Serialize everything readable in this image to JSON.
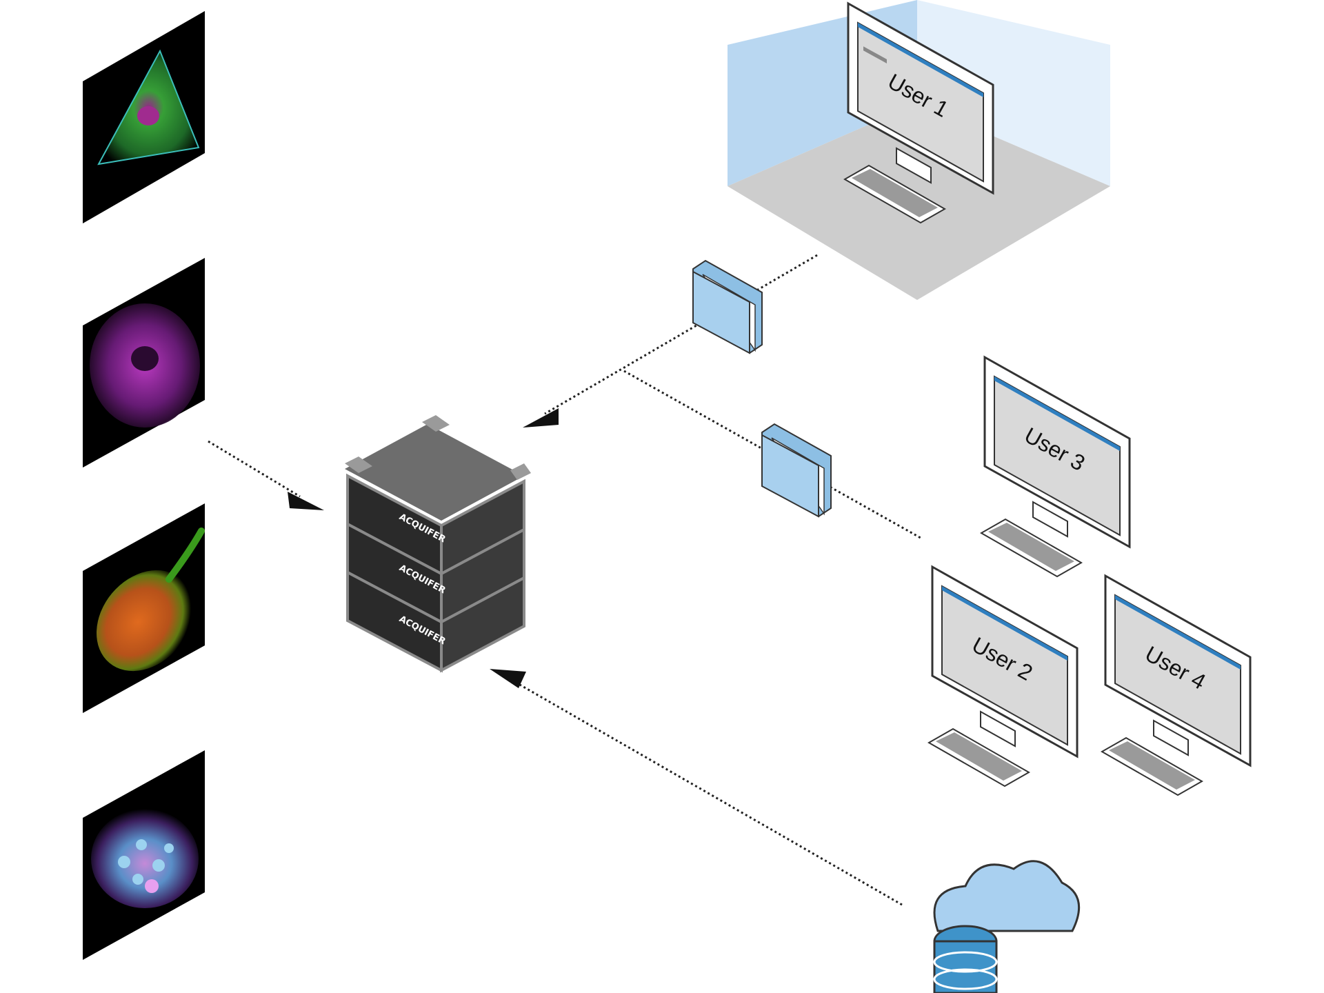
{
  "server": {
    "brand_label": "ACQUIFER",
    "unit_labels": [
      "ACQUIFER",
      "ACQUIFER",
      "ACQUIFER"
    ]
  },
  "users": {
    "user1": "User 1",
    "user2": "User 2",
    "user3": "User 3",
    "user4": "User 4"
  },
  "colors": {
    "room_wall_left": "#b9d7f1",
    "room_wall_right": "#e4f0fb",
    "room_floor": "#cdcdcd",
    "folder": "#a8d0ee",
    "cloud": "#a9d0f0",
    "database": "#3f93c9",
    "server_body": "#2e2e2e",
    "server_frame": "#8a8a8a",
    "brand_accent": "#3ab54a"
  }
}
